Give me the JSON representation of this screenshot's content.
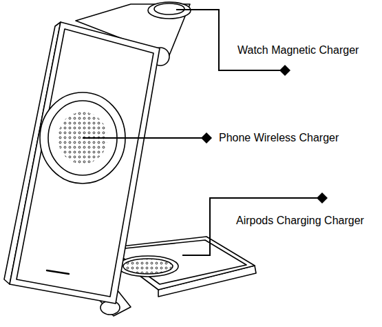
{
  "diagram": {
    "labels": [
      "Watch Magnetic Charger",
      "Phone Wireless Charger",
      "Airpods Charging Charger"
    ]
  }
}
